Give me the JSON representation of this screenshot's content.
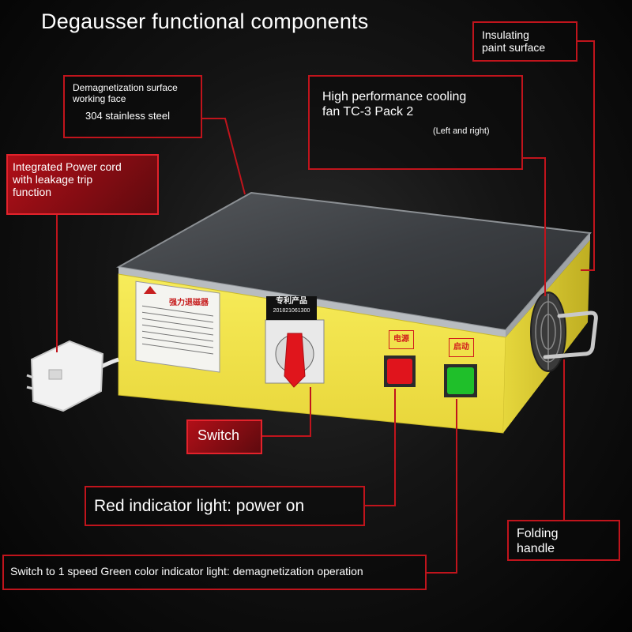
{
  "title": "Degausser functional components",
  "callouts": {
    "insulating": {
      "lines": [
        "Insulating",
        "paint surface"
      ]
    },
    "demag": {
      "lines": [
        "Demagnetization surface",
        "working face"
      ],
      "material": "304 stainless steel"
    },
    "fan": {
      "lines": [
        "High performance cooling",
        "fan TC-3 Pack 2"
      ],
      "note": "(Left and right)"
    },
    "power_cord": {
      "lines": [
        "Integrated Power cord",
        "with leakage trip",
        "function"
      ]
    },
    "switch": {
      "label": "Switch"
    },
    "red_light": {
      "label": "Red indicator light: power on"
    },
    "folding_handle": {
      "lines": [
        "Folding",
        "handle"
      ]
    },
    "green_light": {
      "label": "Switch to 1 speed Green color indicator light: demagnetization operation"
    }
  },
  "device": {
    "nameplate_title": "强力退磁器",
    "patent_label": "专利产品",
    "patent_number": "201821061300",
    "power_button_tag": "电源",
    "start_button_tag": "启动"
  },
  "colors": {
    "accent_red": "#c0141c",
    "body_yellow": "#f2e64a",
    "top_plate": "#3a3d40",
    "indicator_red": "#e0141c",
    "indicator_green": "#1fbf2a"
  }
}
